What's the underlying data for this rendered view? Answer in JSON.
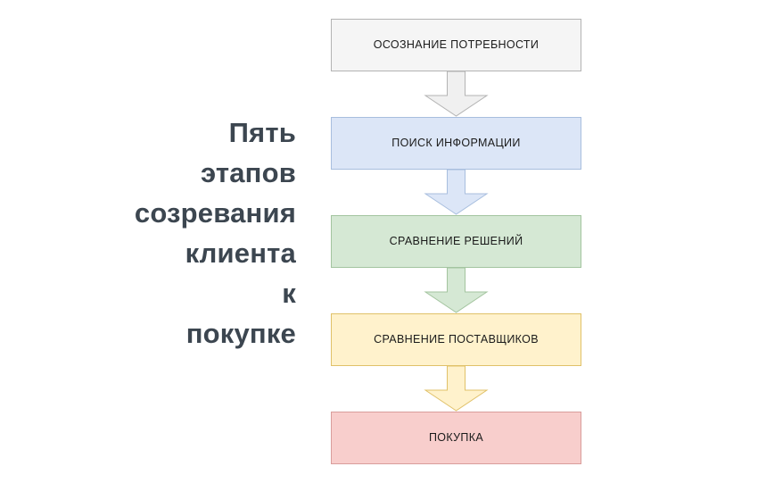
{
  "headline": {
    "text": "Пять\nэтапов\nсозревания\nклиента\nк\nпокупке",
    "color": "#3c4650"
  },
  "diagram": {
    "type": "flowchart",
    "orientation": "vertical-top-to-bottom",
    "stage_count": 5,
    "stages": [
      {
        "index": 1,
        "label": "ОСОЗНАНИЕ ПОТРЕБНОСТИ",
        "fill": "#f5f5f5",
        "stroke": "#b3b3b3"
      },
      {
        "index": 2,
        "label": "ПОИСК ИНФОРМАЦИИ",
        "fill": "#dce6f7",
        "stroke": "#a8bede"
      },
      {
        "index": 3,
        "label": "СРАВНЕНИЕ РЕШЕНИЙ",
        "fill": "#d5e8d4",
        "stroke": "#a3c49f"
      },
      {
        "index": 4,
        "label": "СРАВНЕНИЕ ПОСТАВЩИКОВ",
        "fill": "#fff2cc",
        "stroke": "#e0c169"
      },
      {
        "index": 5,
        "label": "ПОКУПКА",
        "fill": "#f8cecc",
        "stroke": "#d99d9b"
      }
    ],
    "connectors": [
      {
        "from": "ОСОЗНАНИЕ ПОТРЕБНОСТИ",
        "to": "ПОИСК ИНФОРМАЦИИ",
        "shape": "block-arrow-down",
        "fill": "#f0f0f0",
        "stroke": "#b3b3b3"
      },
      {
        "from": "ПОИСК ИНФОРМАЦИИ",
        "to": "СРАВНЕНИЕ РЕШЕНИЙ",
        "shape": "block-arrow-down",
        "fill": "#dce6f7",
        "stroke": "#a8bede"
      },
      {
        "from": "СРАВНЕНИЕ РЕШЕНИЙ",
        "to": "СРАВНЕНИЕ ПОСТАВЩИКОВ",
        "shape": "block-arrow-down",
        "fill": "#d5e8d4",
        "stroke": "#a3c49f"
      },
      {
        "from": "СРАВНЕНИЕ ПОСТАВЩИКОВ",
        "to": "ПОКУПКА",
        "shape": "block-arrow-down",
        "fill": "#fff2cc",
        "stroke": "#e0c169"
      }
    ]
  }
}
